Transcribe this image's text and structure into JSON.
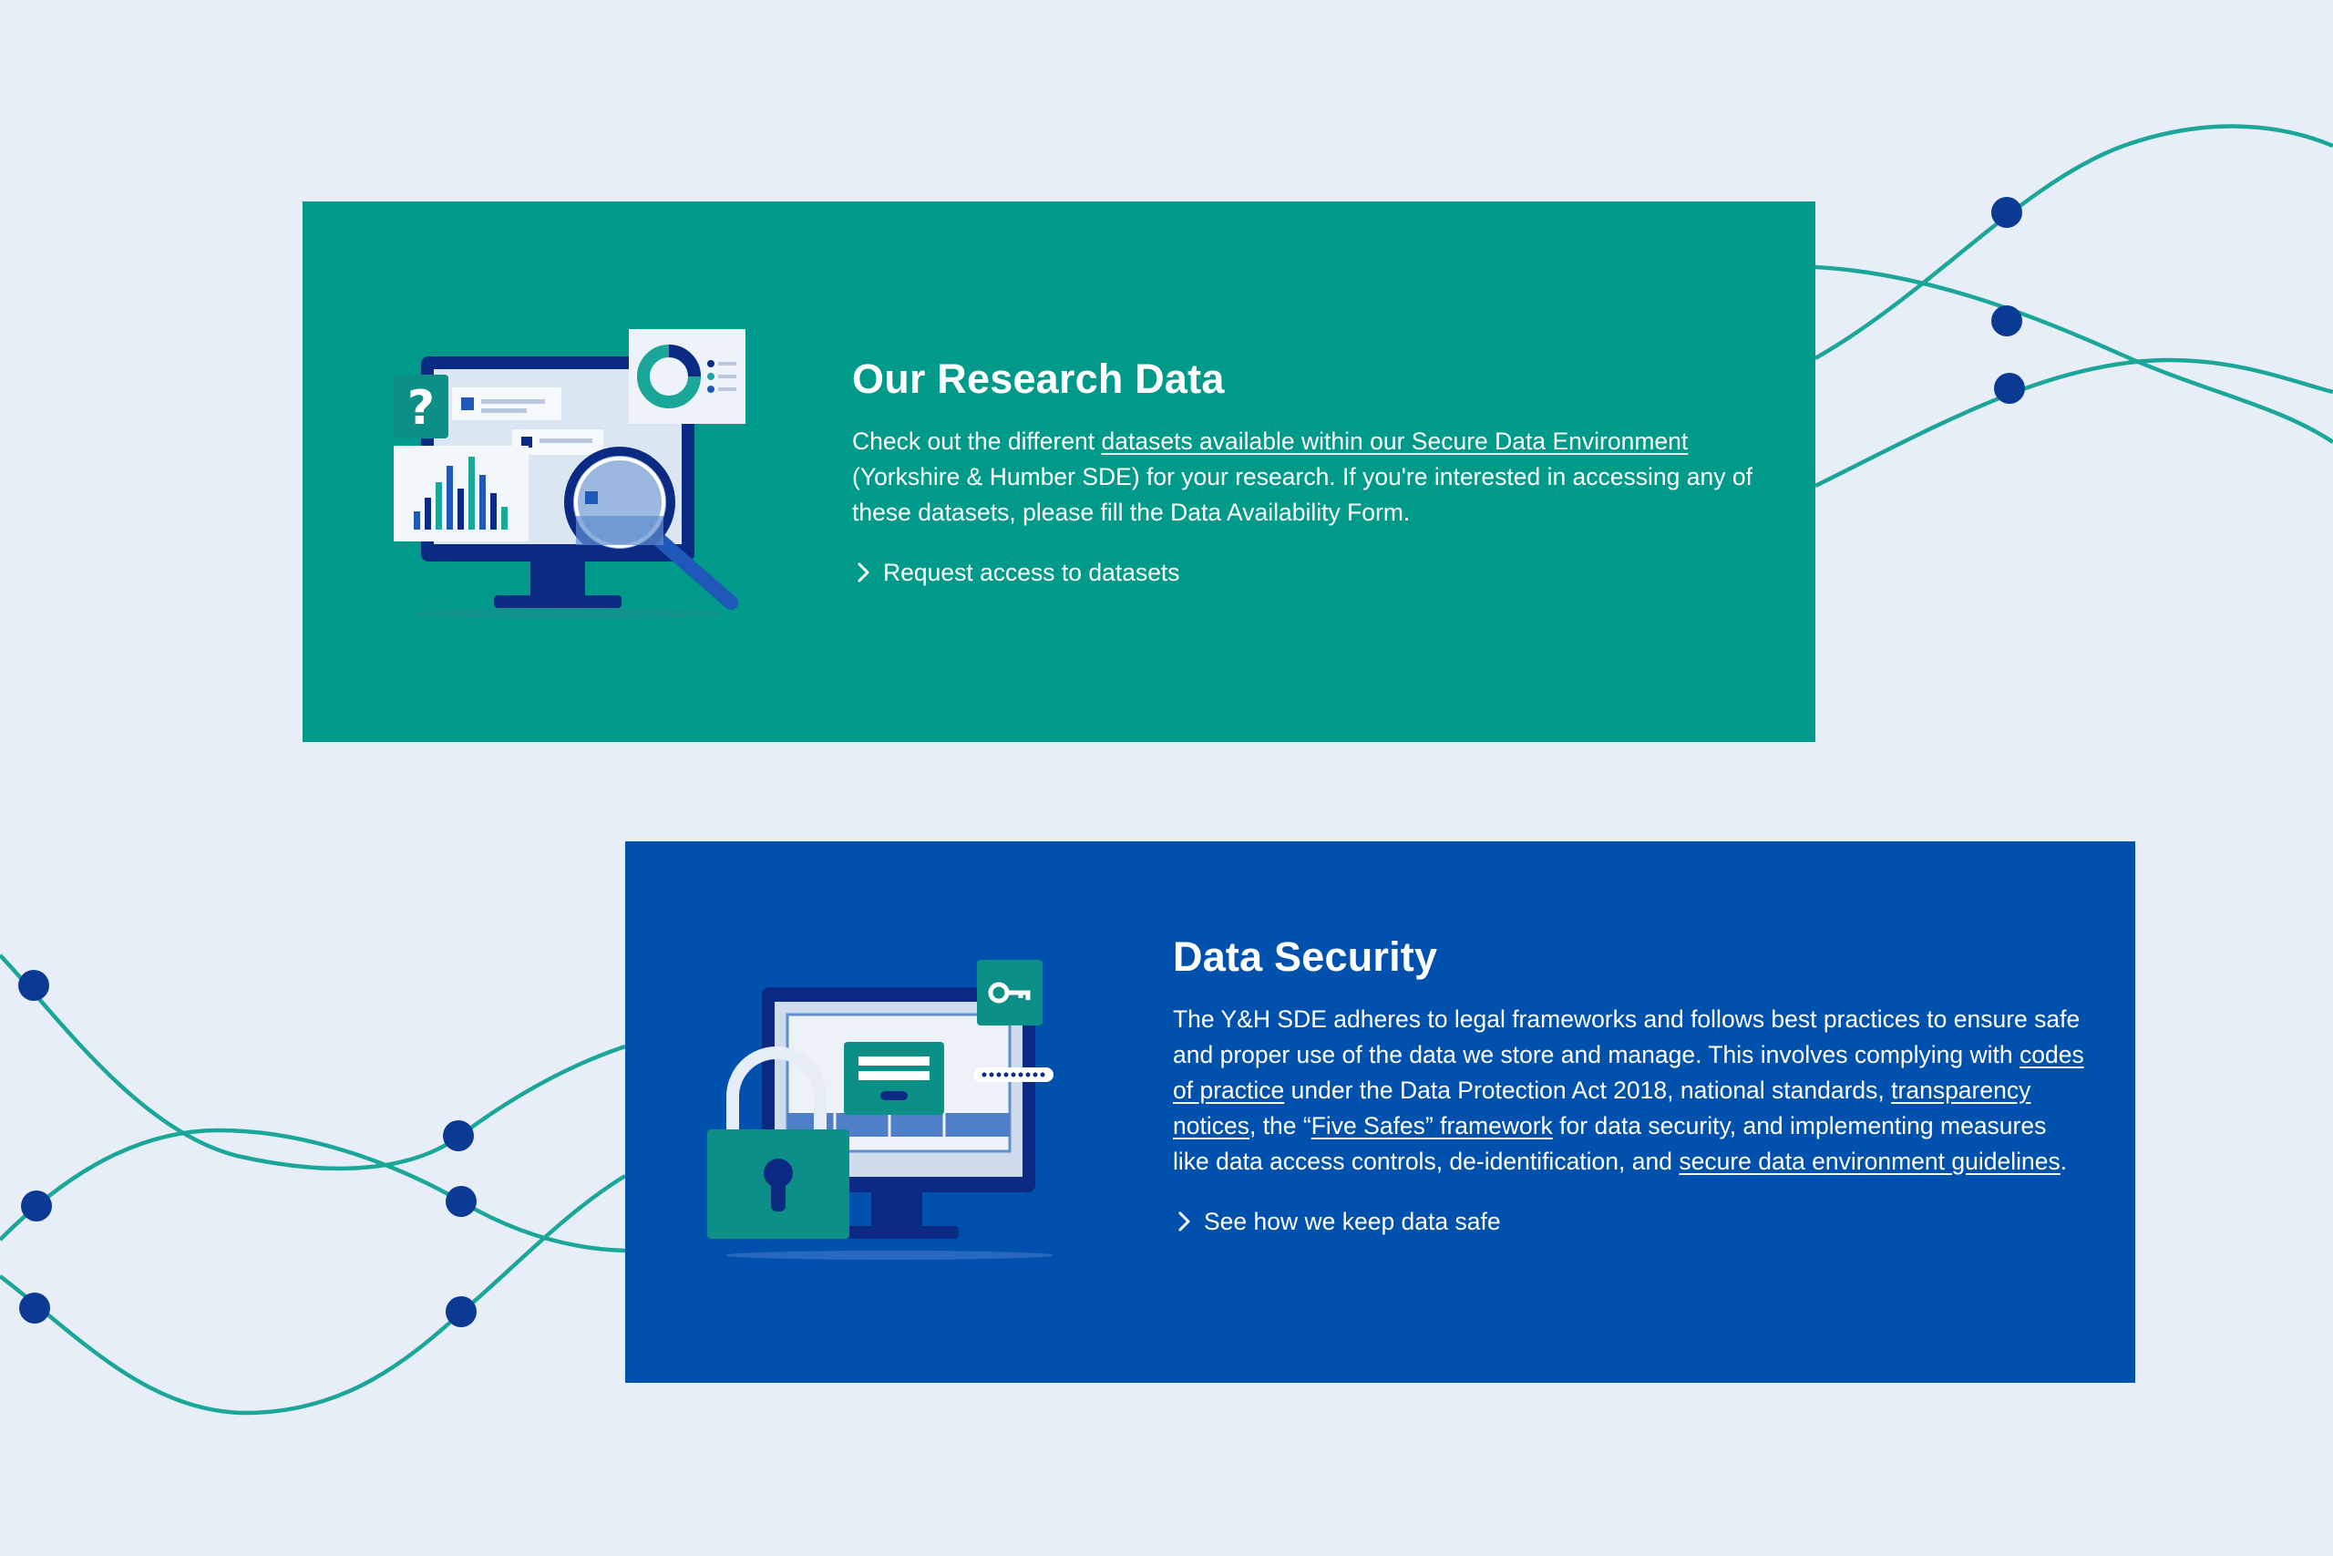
{
  "research": {
    "title": "Our Research Data",
    "intro": "Check out the different ",
    "link": "datasets available within our Secure Data Environment",
    "rest": " (Yorkshire & Humber SDE) for your research. If you're interested in accessing any of these datasets, please fill the Data Availability Form.",
    "cta": "Request access to datasets",
    "illustration_icons": [
      "monitor-icon",
      "question-mark-icon",
      "bar-chart-icon",
      "donut-chart-icon",
      "magnifier-icon"
    ]
  },
  "security": {
    "title": "Data Security",
    "p1": "The Y&H SDE adheres to legal frameworks and follows best practices to ensure safe and proper use of the data we store and manage. This involves complying with ",
    "link1": "codes of practice",
    "p2": " under the Data Protection Act 2018, national standards, ",
    "link2": "transparency notices",
    "p3": ", the “",
    "link3": "Five Safes” framework",
    "p4": " for data security, and implementing measures like data access controls, de-identification, and ",
    "link4": "secure data environment guidelines",
    "p5": ".",
    "cta": "See how we keep data safe",
    "illustration_icons": [
      "monitor-icon",
      "padlock-icon",
      "key-icon",
      "password-field-icon"
    ]
  },
  "colors": {
    "background": "#e8eef8",
    "teal": "#009a8a",
    "blue": "#0050ae",
    "navy": "#0a2a84",
    "line": "#1aa698"
  }
}
